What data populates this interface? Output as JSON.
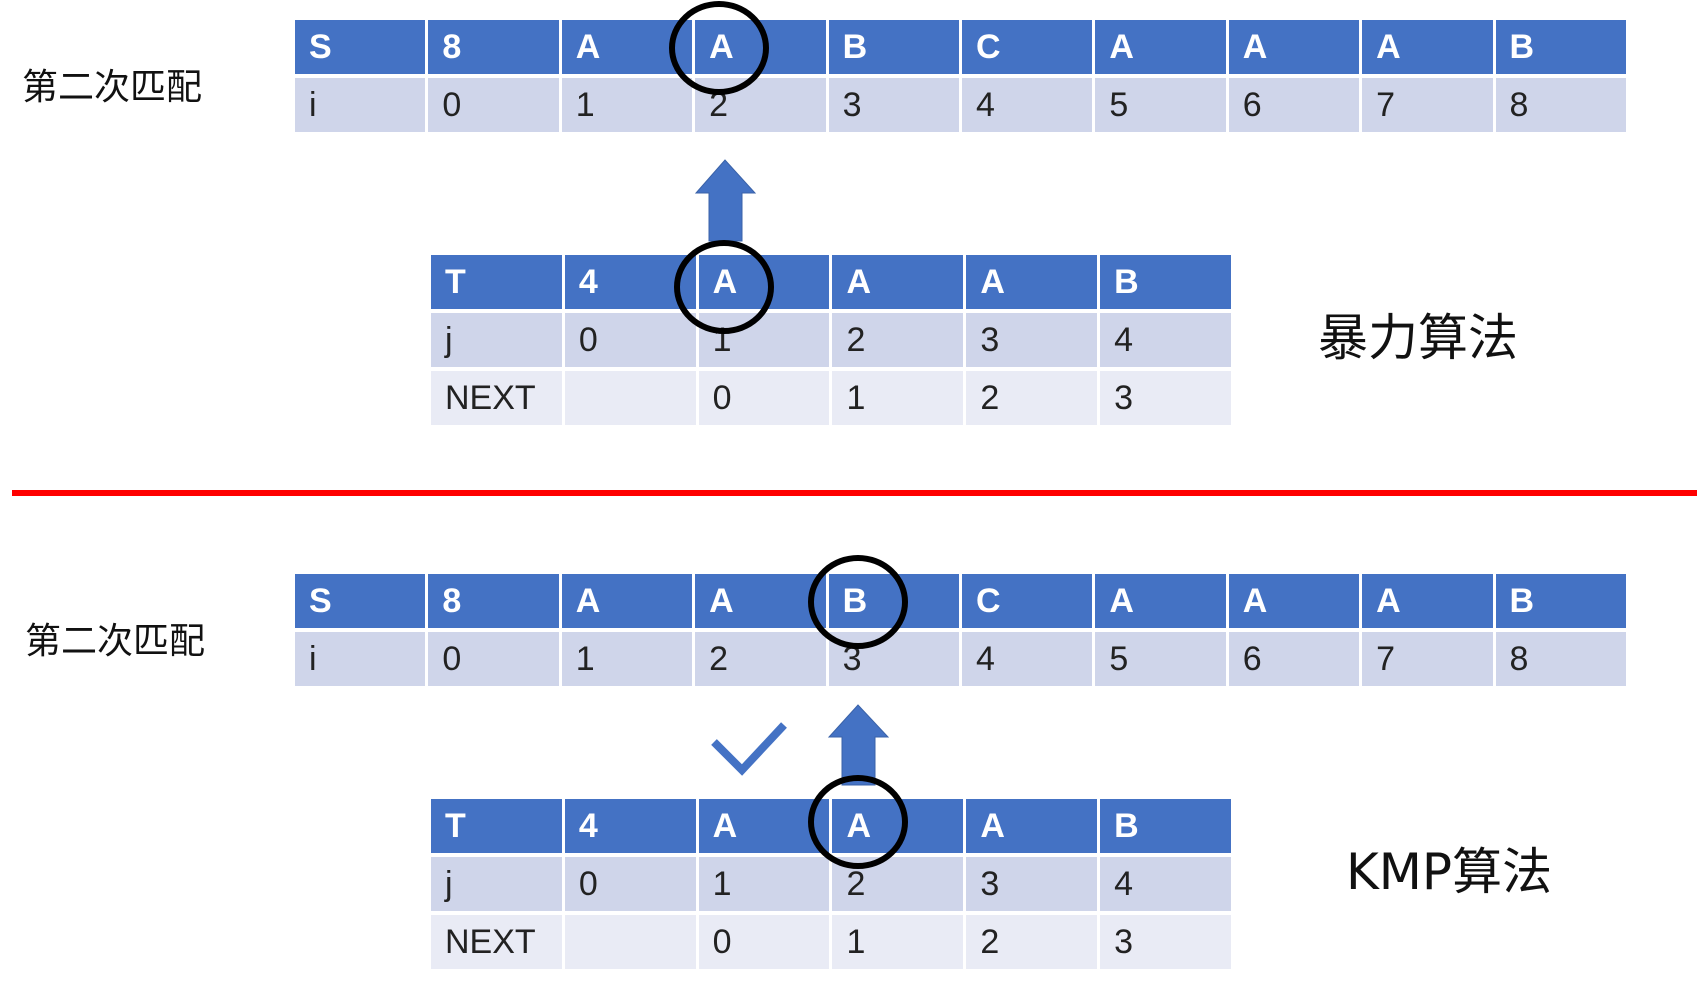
{
  "top": {
    "label": "第二次匹配",
    "algo": "暴力算法",
    "s_table": {
      "header": [
        "S",
        "8",
        "A",
        "A",
        "B",
        "C",
        "A",
        "A",
        "A",
        "B"
      ],
      "row": [
        "i",
        "0",
        "1",
        "2",
        "3",
        "4",
        "5",
        "6",
        "7",
        "8"
      ]
    },
    "t_table": {
      "header": [
        "T",
        "4",
        "A",
        "A",
        "A",
        "B"
      ],
      "rows": [
        [
          "j",
          "0",
          "1",
          "2",
          "3",
          "4"
        ],
        [
          "NEXT",
          "",
          "0",
          "1",
          "2",
          "3"
        ]
      ]
    }
  },
  "bottom": {
    "label": "第二次匹配",
    "algo": "KMP算法",
    "s_table": {
      "header": [
        "S",
        "8",
        "A",
        "A",
        "B",
        "C",
        "A",
        "A",
        "A",
        "B"
      ],
      "row": [
        "i",
        "0",
        "1",
        "2",
        "3",
        "4",
        "5",
        "6",
        "7",
        "8"
      ]
    },
    "t_table": {
      "header": [
        "T",
        "4",
        "A",
        "A",
        "A",
        "B"
      ],
      "rows": [
        [
          "j",
          "0",
          "1",
          "2",
          "3",
          "4"
        ],
        [
          "NEXT",
          "",
          "0",
          "1",
          "2",
          "3"
        ]
      ]
    }
  },
  "colors": {
    "header": "#4472c4",
    "row_dark": "#cfd5ea",
    "row_light": "#e9ebf5",
    "divider": "#ff0000",
    "arrow": "#4472c4",
    "circle": "#000000"
  },
  "icons": [
    "up-arrow-icon",
    "circle-highlight-icon",
    "checkmark-icon"
  ]
}
